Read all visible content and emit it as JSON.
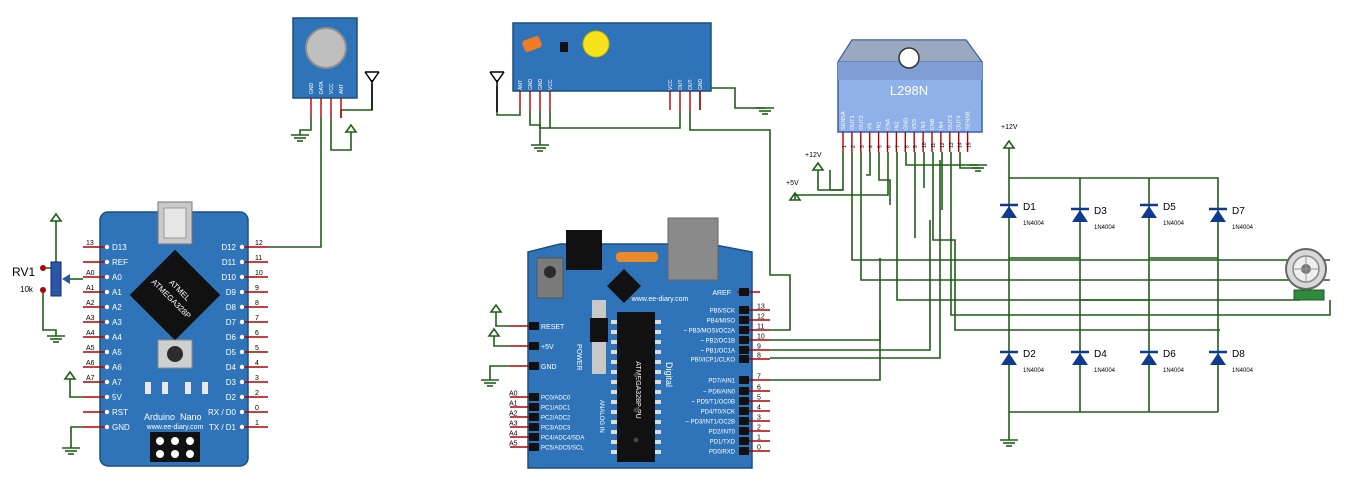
{
  "colors": {
    "wire": "#1f5f16",
    "board": "#2f74b8",
    "pin": "#b30000",
    "diode": "#0f3a8f",
    "l298_body": "#8fb0e8"
  },
  "nano": {
    "chip_line1": "ATMEL",
    "chip_line2": "ATMEGA328P",
    "name_left": "Arduino",
    "name_right": "Nano",
    "url": "www.ee-diary.com",
    "left_pins": [
      {
        "num": "13",
        "name": "D13"
      },
      {
        "num": "",
        "name": "REF"
      },
      {
        "num": "A0",
        "name": "A0"
      },
      {
        "num": "A1",
        "name": "A1"
      },
      {
        "num": "A2",
        "name": "A2"
      },
      {
        "num": "A3",
        "name": "A3"
      },
      {
        "num": "A4",
        "name": "A4"
      },
      {
        "num": "A5",
        "name": "A5"
      },
      {
        "num": "A6",
        "name": "A6"
      },
      {
        "num": "A7",
        "name": "A7"
      },
      {
        "num": "",
        "name": "5V"
      },
      {
        "num": "",
        "name": "RST"
      },
      {
        "num": "",
        "name": "GND"
      }
    ],
    "right_pins": [
      {
        "num": "12",
        "name": "D12"
      },
      {
        "num": "11",
        "name": "D11"
      },
      {
        "num": "10",
        "name": "D10"
      },
      {
        "num": "9",
        "name": "D9"
      },
      {
        "num": "8",
        "name": "D8"
      },
      {
        "num": "7",
        "name": "D7"
      },
      {
        "num": "6",
        "name": "D6"
      },
      {
        "num": "5",
        "name": "D5"
      },
      {
        "num": "4",
        "name": "D4"
      },
      {
        "num": "3",
        "name": "D3"
      },
      {
        "num": "2",
        "name": "D2"
      },
      {
        "num": "0",
        "name": "RX / D0"
      },
      {
        "num": "1",
        "name": "TX / D1"
      }
    ]
  },
  "pot": {
    "name": "RV1",
    "value": "10k"
  },
  "transmitter": {
    "pins": [
      "GND",
      "DATA",
      "VCC",
      "ANT"
    ]
  },
  "receiver": {
    "pins_left": [
      "ANT",
      "GND",
      "GND",
      "VCC"
    ],
    "pins_right": [
      "VCC",
      "OUT",
      "OUT",
      "GND"
    ]
  },
  "uno": {
    "url": "www.ee-diary.com",
    "aref": "AREF",
    "power_label": "POWER",
    "power_pins": [
      "RESET",
      "+5V",
      "GND"
    ],
    "analog_label": "ANALOG IN",
    "analog_nums": [
      "A0",
      "A1",
      "A2",
      "A3",
      "A4",
      "A5"
    ],
    "analog_names": [
      "PC0/ADC0",
      "PC1/ADC1",
      "PC2/ADC2",
      "PC3/ADC3",
      "PC4/ADC4/SDA",
      "PC5/ADC5/SCL"
    ],
    "digital_label": "Digital",
    "chip_text": "ATMEGA328P-PU",
    "digital_top_names": [
      "PB5/SCK",
      "PB4/MISO",
      "~ PB3/MOSI/OC2A",
      "~ PB2/OC1B",
      "~ PB1/OC1A",
      "PB0/ICP1/CLKO"
    ],
    "digital_top_nums": [
      "13",
      "12",
      "11",
      "10",
      "9",
      "8"
    ],
    "digital_bot_names": [
      "PD7/AIN1",
      "~ PD6/AIN0",
      "~ PD5/T1/OC0B",
      "PD4/T0/XCK",
      "~ PD3/INT1/OC2B",
      "PD2/INT0",
      "PD1/TXD",
      "PD0/RXD"
    ],
    "digital_bot_nums": [
      "7",
      "6",
      "5",
      "4",
      "3",
      "2",
      "1",
      "0"
    ]
  },
  "l298": {
    "name": "L298N",
    "pins": [
      "SENSA",
      "OUT1",
      "OUT2",
      "VS",
      "IN1",
      "ENA",
      "IN2",
      "GND",
      "VSS",
      "IN3",
      "ENB",
      "IN4",
      "OUT3",
      "OUT4",
      "SENSB"
    ],
    "pin_nums": [
      "1",
      "2",
      "3",
      "4",
      "5",
      "6",
      "7",
      "8",
      "9",
      "10",
      "11",
      "12",
      "13",
      "14",
      "15"
    ]
  },
  "power": {
    "v12_a": "+12V",
    "v12_b": "+12V",
    "v5": "+5V"
  },
  "diodes": [
    {
      "name": "D1",
      "part": "1N4004"
    },
    {
      "name": "D3",
      "part": "1N4004"
    },
    {
      "name": "D5",
      "part": "1N4004"
    },
    {
      "name": "D7",
      "part": "1N4004"
    },
    {
      "name": "D2",
      "part": "1N4004"
    },
    {
      "name": "D4",
      "part": "1N4004"
    },
    {
      "name": "D6",
      "part": "1N4004"
    },
    {
      "name": "D8",
      "part": "1N4004"
    }
  ]
}
